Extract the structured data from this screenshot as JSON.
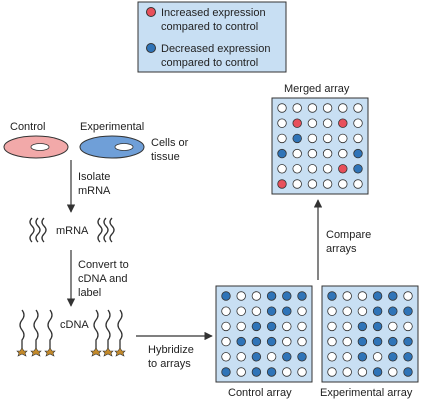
{
  "legend": {
    "increased_label_line1": "Increased expression",
    "increased_label_line2": "compared to control",
    "decreased_label_line1": "Decreased expression",
    "decreased_label_line2": "compared to control"
  },
  "samples": {
    "control_label": "Control",
    "experimental_label": "Experimental",
    "cells_label_line1": "Cells or",
    "cells_label_line2": "tissue"
  },
  "steps": {
    "isolate_line1": "Isolate",
    "isolate_line2": "mRNA",
    "mrna_label": "mRNA",
    "convert_line1": "Convert to",
    "convert_line2": "cDNA and",
    "convert_line3": "label",
    "cdna_label": "cDNA",
    "hybridize_line1": "Hybridize",
    "hybridize_line2": "to arrays",
    "compare_line1": "Compare",
    "compare_line2": "arrays"
  },
  "arrays": {
    "merged_label": "Merged array",
    "control_label": "Control array",
    "experimental_label": "Experimental array",
    "control_grid": [
      "BWWBBB",
      "WWWBBW",
      "WWBBWW",
      "WBBBWW",
      "WWBWBB",
      "BWBBWW"
    ],
    "experimental_grid": [
      "BWWBBW",
      "WWWBBB",
      "WWBBWW",
      "WWBBBB",
      "WWBWBB",
      "WWWBWB"
    ],
    "merged_grid": [
      "WWWWWW",
      "WRWWRW",
      "WBWWWW",
      "BWWWWB",
      "WWWWRB",
      "RWWWWW"
    ]
  },
  "colors": {
    "panel_fill": "#c8dff3",
    "blue_dot": "#2f74b8",
    "red_dot": "#e8505b",
    "control_dish": "#f2a9a9",
    "experimental_dish": "#6f9fd8",
    "arrow": "#333333",
    "cdna_label_mark": "#c48a2a"
  }
}
